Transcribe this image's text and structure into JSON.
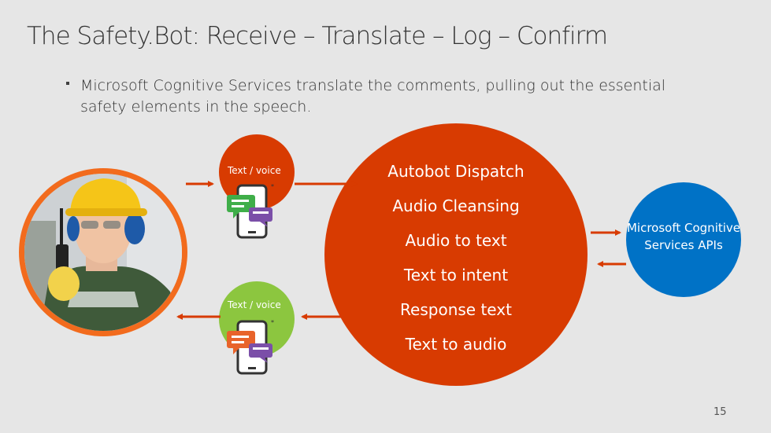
{
  "slide": {
    "title": "The Safety.Bot:  Receive – Translate – Log – Confirm",
    "bullet": "Microsoft Cognitive Services translate the comments, pulling out the essential safety elements in the speech.",
    "page_number": "15"
  },
  "inputs": {
    "top_label": "Text / voice",
    "bottom_label": "Text / voice"
  },
  "pipeline": {
    "steps": [
      "Autobot Dispatch",
      "Audio Cleansing",
      "Audio to text",
      "Text to intent",
      "Response text",
      "Text to audio"
    ]
  },
  "api": {
    "label": "Microsoft Cognitive Services APIs"
  },
  "colors": {
    "background": "#e6e6e6",
    "red": "#d83b01",
    "orange_ring": "#f26b1d",
    "green": "#8cc63f",
    "blue": "#0072c6",
    "phone_green_bubble": "#3fae49",
    "phone_orange_bubble": "#e8632a",
    "phone_purple_bubble": "#7b4fa8"
  },
  "icons": [
    "worker-photo",
    "phone-chat-icon",
    "phone-chat-icon"
  ]
}
